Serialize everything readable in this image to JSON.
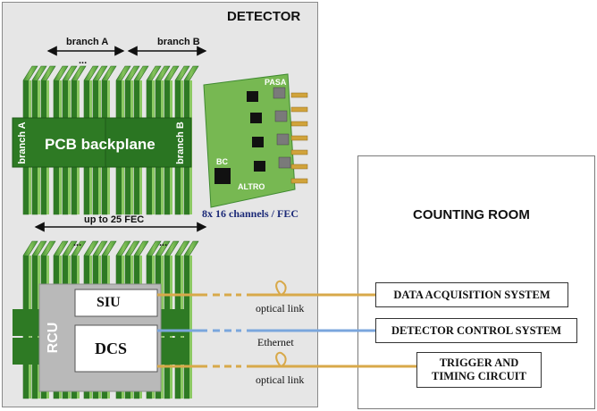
{
  "detector": {
    "title": "DETECTOR",
    "branch_a": "branch A",
    "branch_b": "branch B",
    "dots": "...",
    "backplane": "PCB backplane",
    "side_branch_a": "branch A",
    "side_branch_b": "branch B",
    "pasa": "PASA",
    "bc": "BC",
    "altro": "ALTRO",
    "channels": "8x 16 channels / FEC",
    "up_to": "up to 25 FEC",
    "rcu": "RCU",
    "siu": "SIU",
    "dcs": "DCS"
  },
  "links": {
    "optical_1": "optical link",
    "ethernet": "Ethernet",
    "optical_2": "optical link"
  },
  "counting_room": {
    "title": "COUNTING ROOM",
    "daq": "DATA ACQUISITION SYSTEM",
    "dcs_sys": "DETECTOR CONTROL SYSTEM",
    "trigger_line1": "TRIGGER AND",
    "trigger_line2": "TIMING CIRCUIT"
  },
  "colors": {
    "board_green": "#6fb04a",
    "board_dark": "#2f7a25",
    "optical_link": "#d8a94a",
    "ethernet_link": "#7aa6dd",
    "panel_gray": "#e6e6e6"
  }
}
